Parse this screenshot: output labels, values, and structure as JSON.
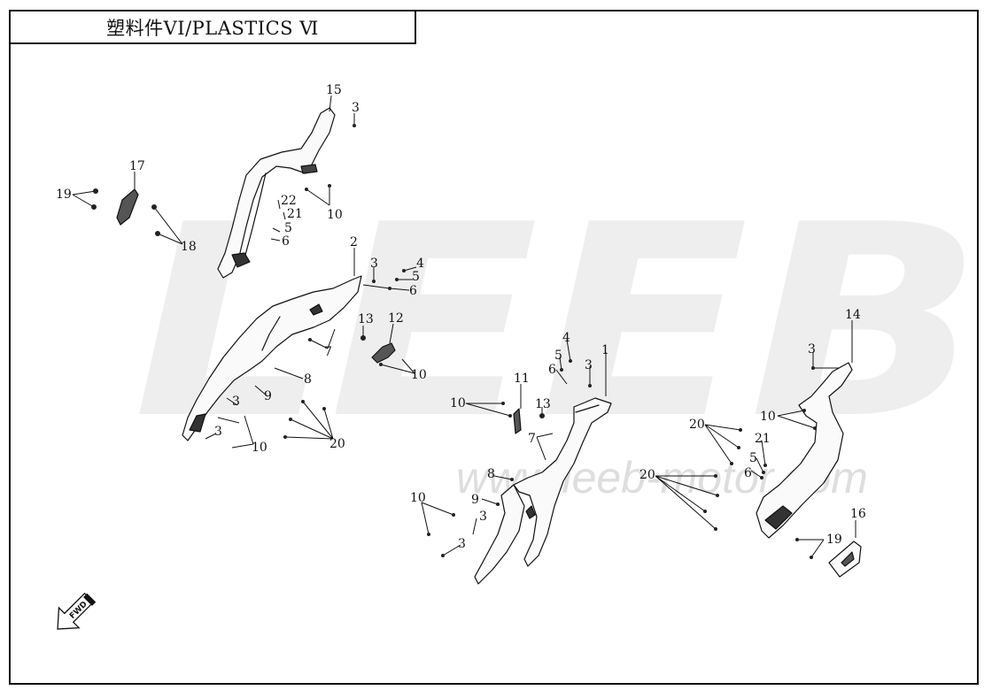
{
  "title": "塑料件VI/PLASTICS Ⅵ",
  "watermark": {
    "brand": "LEEB",
    "url": "www.leeb-motor.com"
  },
  "fwd_label": "FWD",
  "colors": {
    "line": "#111111",
    "watermark": "#ececec"
  },
  "callouts": [
    "15",
    "3",
    "10",
    "22",
    "21",
    "5",
    "6",
    "17",
    "19",
    "18",
    "2",
    "3",
    "4",
    "5",
    "6",
    "13",
    "12",
    "7",
    "10",
    "8",
    "9",
    "3",
    "3",
    "10",
    "20",
    "4",
    "5",
    "3",
    "6",
    "1",
    "11",
    "10",
    "13",
    "7",
    "8",
    "9",
    "3",
    "10",
    "3",
    "14",
    "3",
    "10",
    "20",
    "21",
    "5",
    "6",
    "20",
    "16",
    "19"
  ]
}
